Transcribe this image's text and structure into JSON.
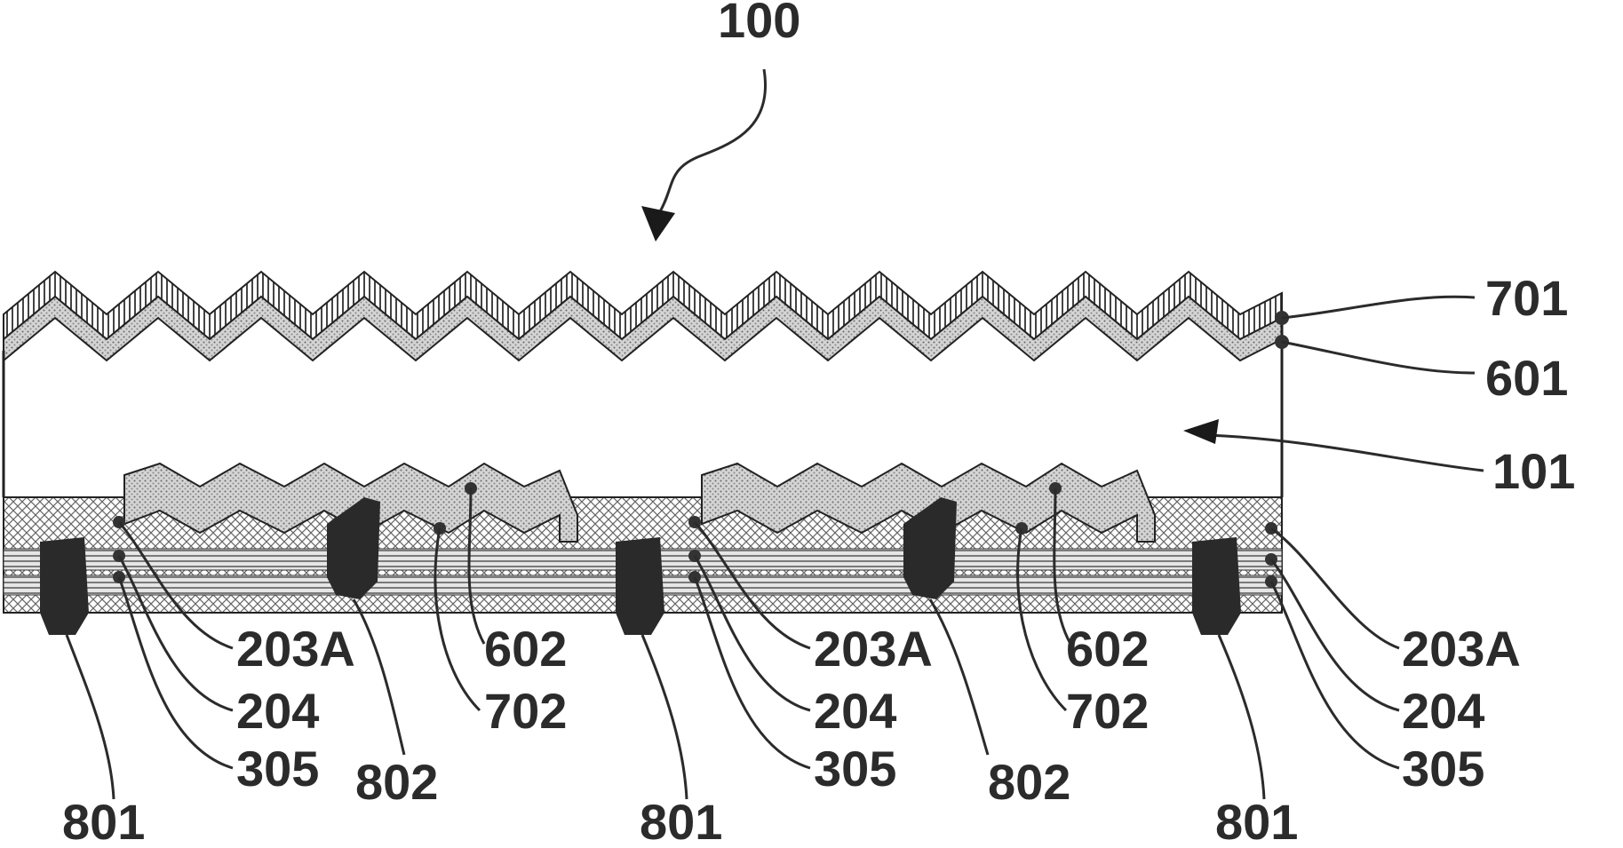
{
  "labels": {
    "l100": "100",
    "l701": "701",
    "l601": "601",
    "l101": "101",
    "l203a_1": "203A",
    "l204_1": "204",
    "l305_1": "305",
    "l801_1": "801",
    "l802_1": "802",
    "l602_1": "602",
    "l702_1": "702",
    "l203a_2": "203A",
    "l204_2": "204",
    "l305_2": "305",
    "l801_2": "801",
    "l802_2": "802",
    "l602_2": "602",
    "l702_2": "702",
    "l203a_3": "203A",
    "l204_3": "204",
    "l305_3": "305",
    "l801_3": "801"
  },
  "colors": {
    "ink": "#2b2b2b",
    "stipple": "#b8b8b8",
    "hatch": "#cfcfcf",
    "electrode": "#2a2a2a"
  }
}
